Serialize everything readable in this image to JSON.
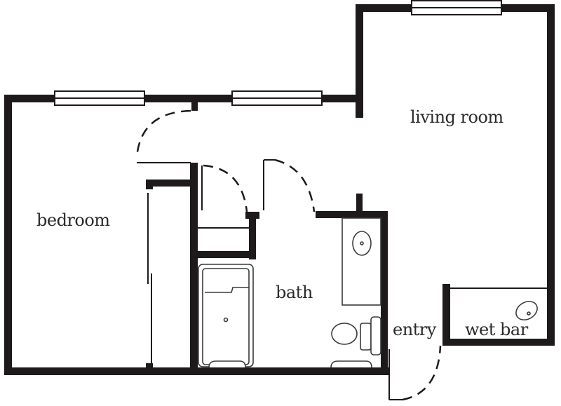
{
  "floor_plan": {
    "rooms": [
      {
        "id": "living-room",
        "label": "living room"
      },
      {
        "id": "bedroom",
        "label": "bedroom"
      },
      {
        "id": "bath",
        "label": "bath"
      },
      {
        "id": "entry",
        "label": "entry"
      },
      {
        "id": "wet-bar",
        "label": "wet bar"
      }
    ],
    "fixtures": [
      "bathtub",
      "toilet",
      "bathroom-sink",
      "wet-bar-sink",
      "closet-sliding-doors"
    ],
    "windows": 3,
    "colors": {
      "wall": "#1e1a1b",
      "background": "#ffffff",
      "label": "#2a2a2a"
    }
  }
}
